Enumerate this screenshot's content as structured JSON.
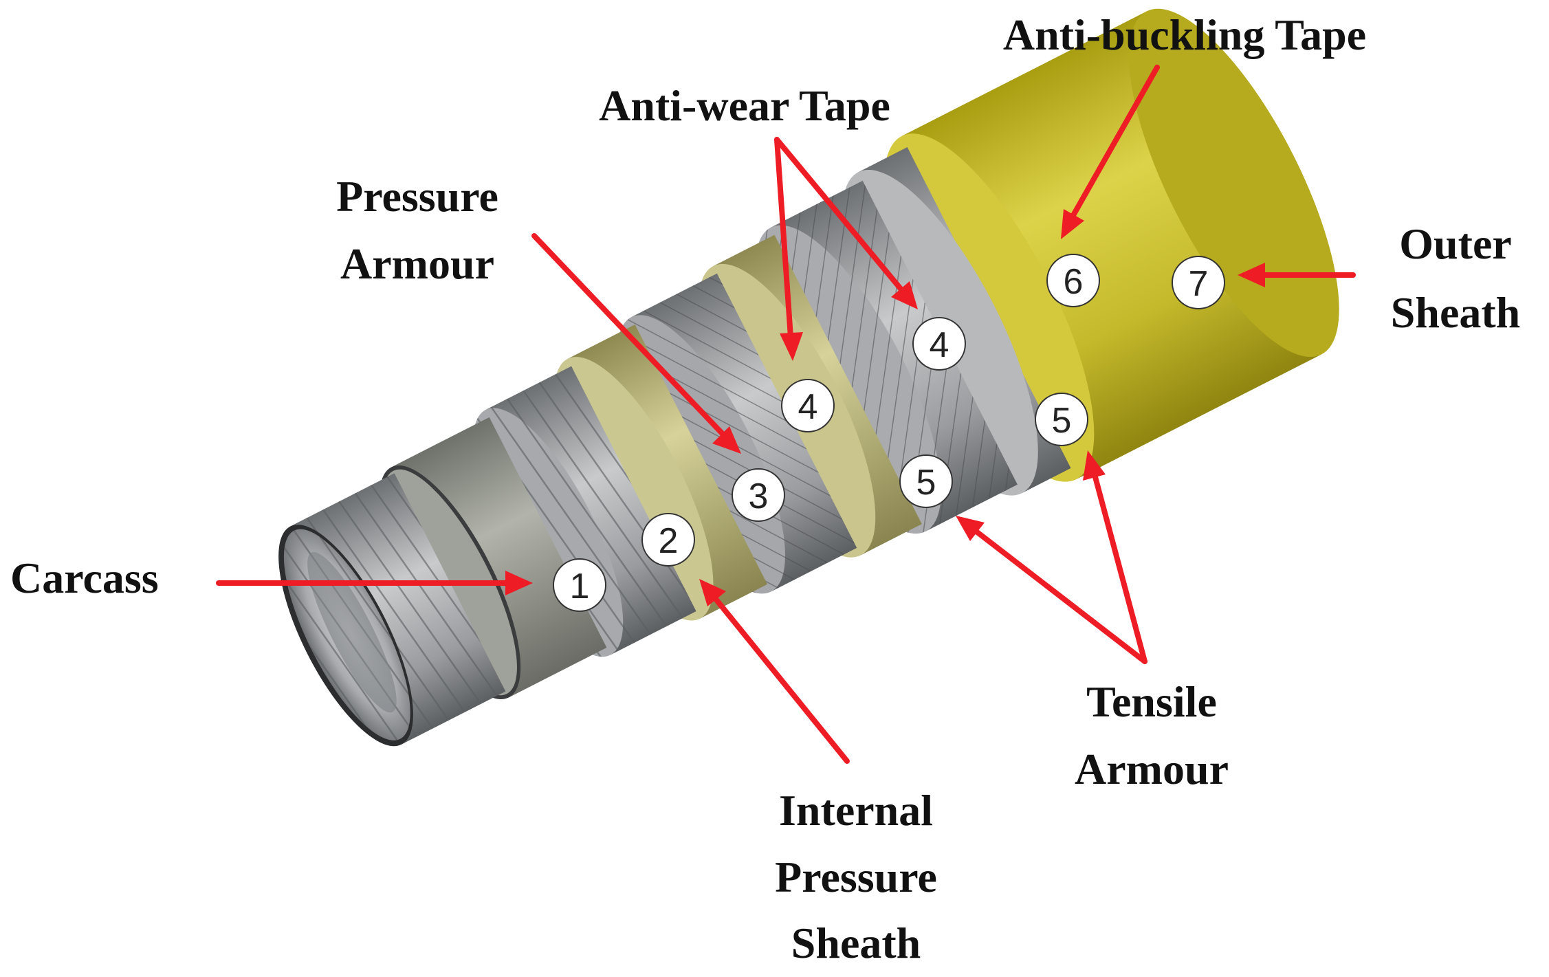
{
  "labels": {
    "carcass": "Carcass",
    "pressure_armour_1": "Pressure",
    "pressure_armour_2": "Armour",
    "anti_wear_tape": "Anti-wear Tape",
    "anti_buckling_tape": "Anti-buckling Tape",
    "outer_sheath_1": "Outer",
    "outer_sheath_2": "Sheath",
    "internal_pressure_sheath_1": "Internal",
    "internal_pressure_sheath_2": "Pressure",
    "internal_pressure_sheath_3": "Sheath",
    "tensile_armour_1": "Tensile",
    "tensile_armour_2": "Armour"
  },
  "badges": {
    "carcass": "1",
    "internal_pressure_sheath": "2",
    "pressure_armour": "3",
    "anti_wear_tape_a": "4",
    "anti_wear_tape_b": "4",
    "tensile_armour_a": "5",
    "tensile_armour_b": "5",
    "anti_buckling_tape": "6",
    "outer_sheath": "7"
  },
  "colors": {
    "arrow": "#ee1c24",
    "outer_sheath": "#c9c12a",
    "anti_wear_tape": "#b8b36a",
    "steel": "#9a9c9e",
    "sheath": "#8a8d84"
  }
}
